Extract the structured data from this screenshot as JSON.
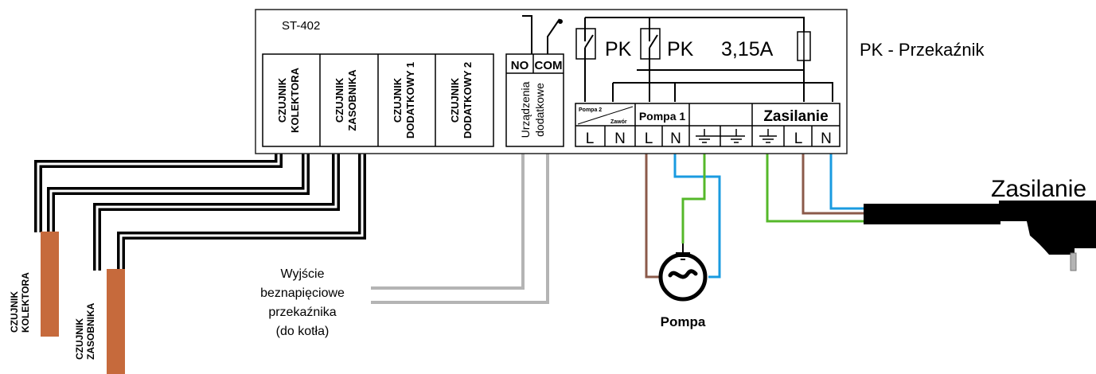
{
  "device": {
    "model": "ST-402",
    "sensors": [
      {
        "line1": "CZUJNIK",
        "line2": "KOLEKTORA"
      },
      {
        "line1": "CZUJNIK",
        "line2": "ZASOBNIKA"
      },
      {
        "line1": "CZUJNIK",
        "line2": "DODATKOWY 1"
      },
      {
        "line1": "CZUJNIK",
        "line2": "DODATKOWY 2"
      }
    ],
    "relay_no": "NO",
    "relay_com": "COM",
    "relay_caption_1": "Urządzenia",
    "relay_caption_2": "dodatkowe",
    "pk1": "PK",
    "pk2": "PK",
    "fuse": "3,15A",
    "term_pompa2": "Pompa 2",
    "term_zawor": "Zawór",
    "term_pompa1": "Pompa 1",
    "term_zasilanie": "Zasilanie",
    "pins": [
      "L",
      "N",
      "L",
      "N",
      "L",
      "N"
    ]
  },
  "legend": "PK - Przekaźnik",
  "probes": [
    {
      "line1": "CZUJNIK",
      "line2": "KOLEKTORA"
    },
    {
      "line1": "CZUJNIK",
      "line2": "ZASOBNIKA"
    }
  ],
  "relay_output_lines": [
    "Wyjście",
    "beznapięciowe",
    "przekaźnika",
    "(do kotła)"
  ],
  "pump_label": "Pompa",
  "power_label": "Zasilanie",
  "colors": {
    "brown": "#8b5a4a",
    "blue": "#1a9be0",
    "green": "#55b82a",
    "grey": "#b4b4b4",
    "probe": "#c66a3c",
    "black": "#000000"
  }
}
